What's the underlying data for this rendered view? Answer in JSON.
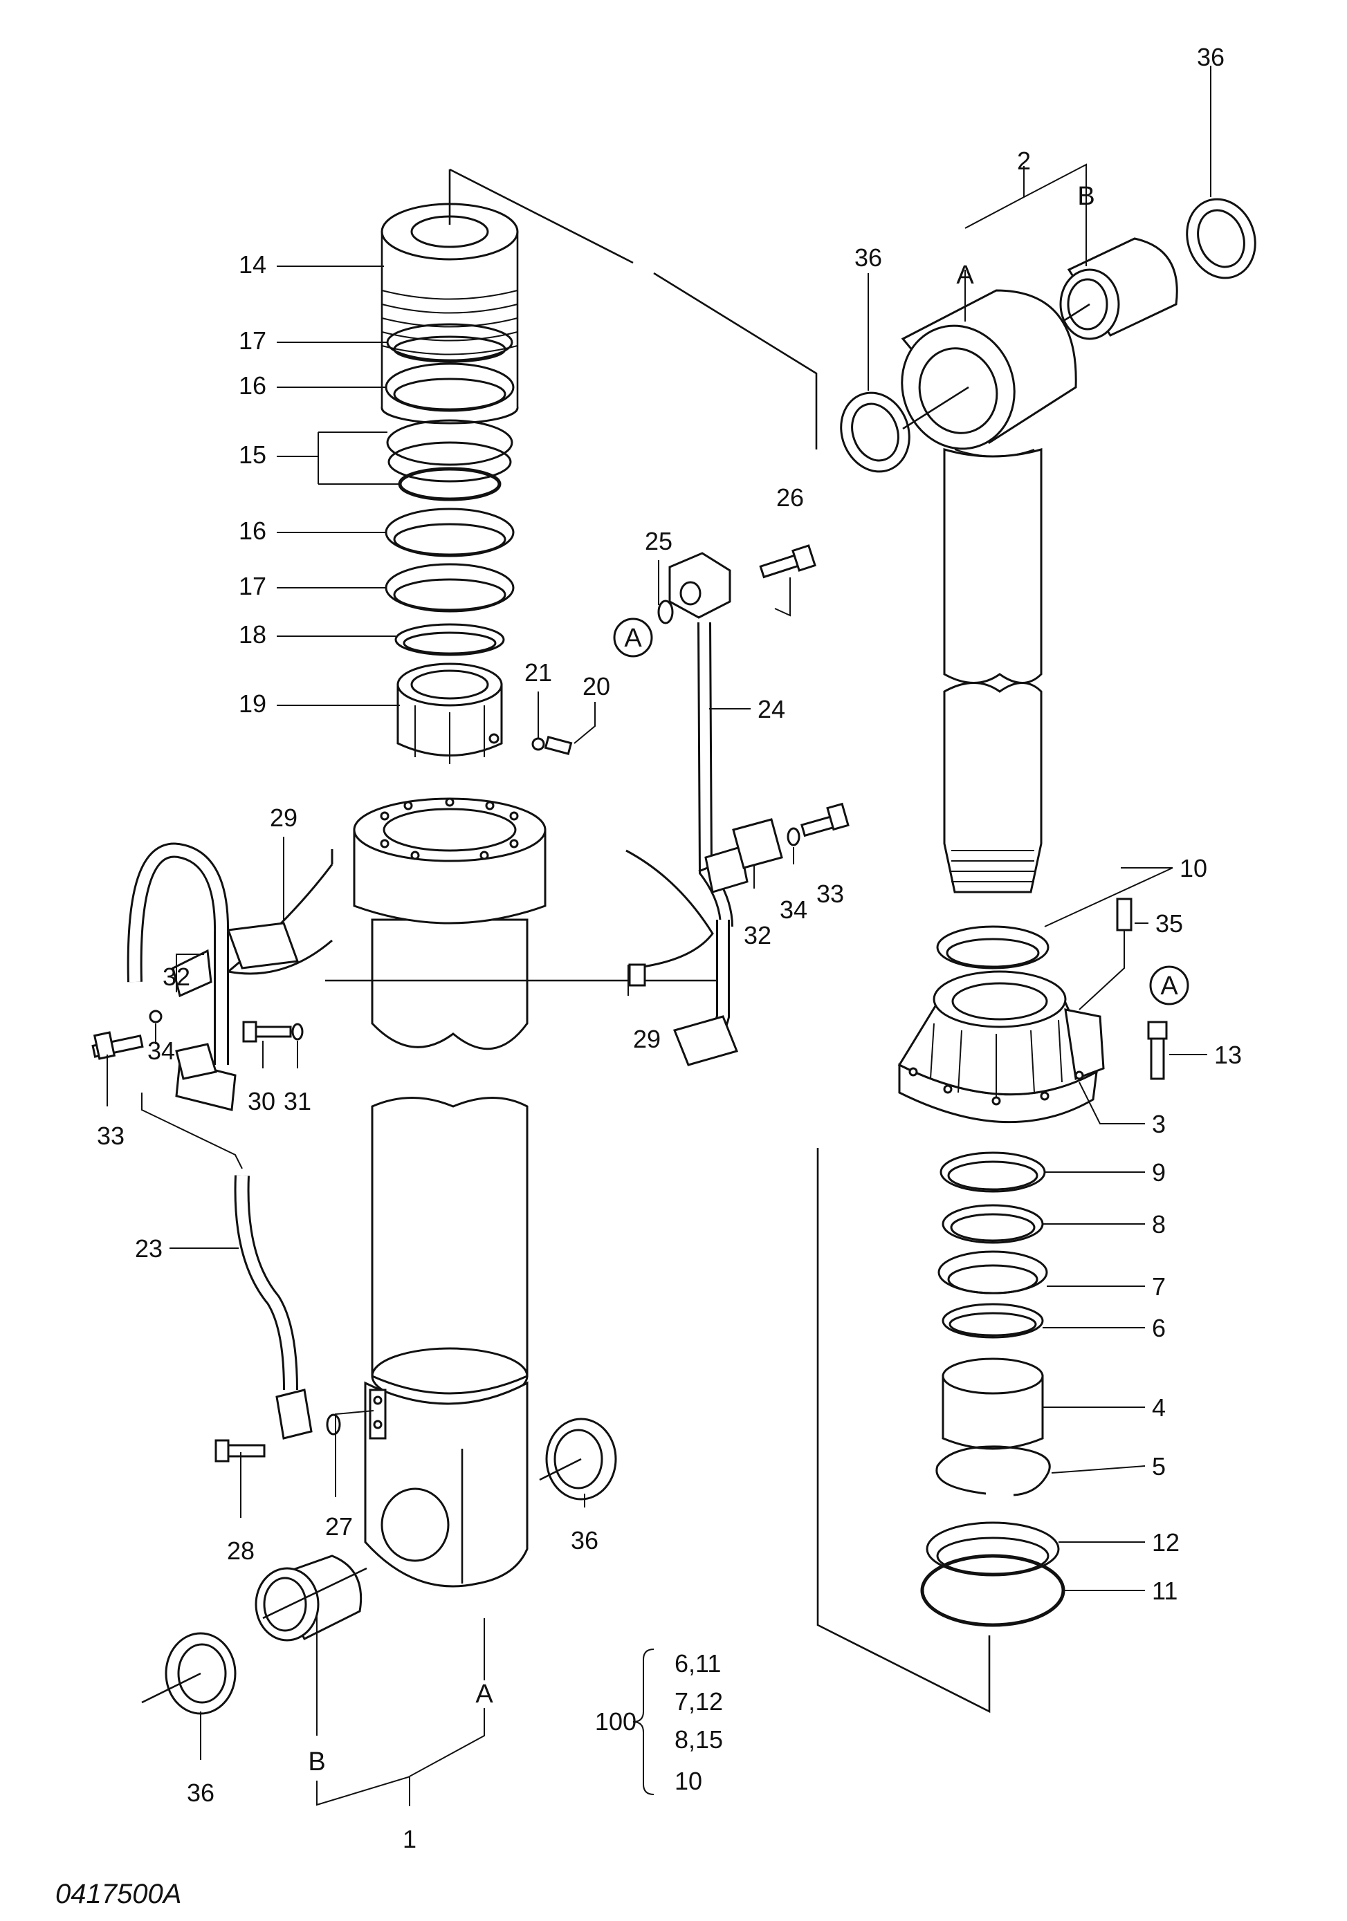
{
  "drawing_code": "0417500A",
  "callouts": {
    "n1": "1",
    "n2": "2",
    "n3": "3",
    "n4": "4",
    "n5": "5",
    "n6": "6",
    "n7": "7",
    "n8": "8",
    "n9": "9",
    "n10": "10",
    "n11": "11",
    "n12": "12",
    "n13": "13",
    "n14": "14",
    "n15": "15",
    "n16a": "16",
    "n16b": "16",
    "n17a": "17",
    "n17b": "17",
    "n18": "18",
    "n19": "19",
    "n20": "20",
    "n21": "21",
    "n23": "23",
    "n24": "24",
    "n25": "25",
    "n26": "26",
    "n27": "27",
    "n28": "28",
    "n29a": "29",
    "n29b": "29",
    "n30": "30",
    "n31": "31",
    "n32a": "32",
    "n32b": "32",
    "n33a": "33",
    "n33b": "33",
    "n34a": "34",
    "n34b": "34",
    "n35": "35",
    "n36a": "36",
    "n36b": "36",
    "n36c": "36",
    "n36d": "36"
  },
  "marks": {
    "a_upper": "A",
    "b_upper": "B",
    "a_lower": "A",
    "b_lower": "B",
    "circle_a_left": "A",
    "circle_a_right": "A"
  },
  "kit": {
    "number": "100",
    "contents": [
      "6,11",
      "7,12",
      "8,15",
      "10"
    ]
  }
}
